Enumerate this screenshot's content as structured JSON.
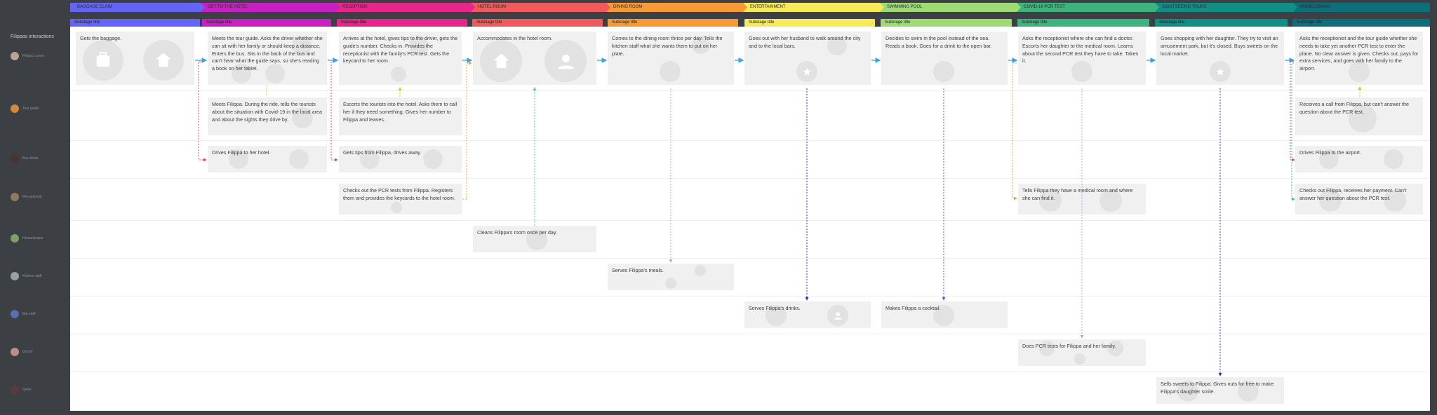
{
  "sidebar": {
    "title": "Filippas interactions",
    "actors": [
      {
        "name": "Filippa Larsen",
        "color": "#b7a39a"
      },
      {
        "name": "Tour guide",
        "color": "#d38a3a"
      },
      {
        "name": "Bus driver",
        "color": "#4a3430"
      },
      {
        "name": "Receptionist",
        "color": "#8f7a60"
      },
      {
        "name": "Housekeeper",
        "color": "#7c9e6a"
      },
      {
        "name": "Kitchen staff",
        "color": "#9aa0a6"
      },
      {
        "name": "Bar staff",
        "color": "#5a6fb0"
      },
      {
        "name": "Doctor",
        "color": "#b98f86"
      },
      {
        "name": "Seller",
        "color": "#5a3d3a"
      }
    ]
  },
  "stages": [
    {
      "title": "Baggage claim",
      "color": "#6464f6",
      "substage": "Substage title"
    },
    {
      "title": "Get to the hotel",
      "color": "#c81fc2",
      "substage": "Substage title"
    },
    {
      "title": "Reception",
      "color": "#e8258a",
      "substage": "Substage title"
    },
    {
      "title": "Hotel room",
      "color": "#f05a5c",
      "substage": "Substage title"
    },
    {
      "title": "Dining room",
      "color": "#f79a36",
      "substage": "Substage title"
    },
    {
      "title": "Entertainment",
      "color": "#f6ea5a",
      "substage": "Substage title"
    },
    {
      "title": "Swimming pool",
      "color": "#9edb72",
      "substage": "Substage title"
    },
    {
      "title": "COVID-19 PCR test",
      "color": "#3db37e",
      "substage": "Substage title"
    },
    {
      "title": "Sightseeing tours",
      "color": "#0f8f86",
      "substage": "Substage title"
    },
    {
      "title": "Homecoming",
      "color": "#0d6f7c",
      "substage": "Substage title"
    }
  ],
  "cards": [
    {
      "id": "baggage-claim-filippa",
      "text": "Gets the baggage."
    },
    {
      "id": "get-to-hotel-filippa",
      "text": "Meets the tour guide. Asks the driver whether she can sit with her family or should keep a distance. Enters the bus. Sits in the back of the bus and can't hear what the guide says, so she's reading a book on her tablet."
    },
    {
      "id": "get-to-hotel-guide",
      "text": "Meets Filippa. During the ride, tells the tourists about the situation with Covid-19 in the local area and about the sights they drive by."
    },
    {
      "id": "get-to-hotel-driver",
      "text": "Drives Filippa to her hotel."
    },
    {
      "id": "reception-filippa",
      "text": "Arrives at the hotel, gives tips to the driver, gets the guide's number.  Checks in. Provides the receptionist with the family's PCR test. Gets the keycard to her room."
    },
    {
      "id": "reception-guide",
      "text": "Escorts the tourists into the hotel. Asks them to call her if they need something. Gives her number to Filippa and leaves."
    },
    {
      "id": "reception-driver",
      "text": "Gets tips from Filippa, drives away."
    },
    {
      "id": "reception-receptionist",
      "text": "Checks out the PCR tests from Filippa. Registers them and provides the keycards to the hotel room."
    },
    {
      "id": "hotel-room-filippa",
      "text": "Accommodates in the hotel room."
    },
    {
      "id": "hotel-room-housekeeper",
      "text": "Cleans Filippa's room once per day."
    },
    {
      "id": "dining-room-filippa",
      "text": "Comes to the dining room thrice per day. Tells the kitchen staff what she wants them to put on her plate."
    },
    {
      "id": "dining-room-kitchen",
      "text": "Serves Filippa's meals."
    },
    {
      "id": "entertainment-filippa",
      "text": "Goes out with her husband to walk around the city and to the local bars."
    },
    {
      "id": "entertainment-bar",
      "text": "Serves Filippa's drinks."
    },
    {
      "id": "pool-filippa",
      "text": "Decides to swim in the pool instead of the sea. Reads a book. Goes for a drink to the open bar."
    },
    {
      "id": "pool-bar",
      "text": "Makes Filippa a cocktail."
    },
    {
      "id": "pcr-filippa",
      "text": "Asks the receptionist where she can find a doctor. Escorts her daughter to the medical room. Learns about the second PCR test they have to take. Takes it."
    },
    {
      "id": "pcr-receptionist",
      "text": "Tells Filippa they have a medical room and where she can find it."
    },
    {
      "id": "pcr-doctor",
      "text": "Does PCR tests for Filippa and her family."
    },
    {
      "id": "tours-filippa",
      "text": "Goes shopping with her daughter. They try to visit an amusement park, but it's closed. Buys sweets on the local market."
    },
    {
      "id": "tours-seller",
      "text": "Sells sweets to Filippa. Gives nuts for free to make Filippa's daughter smile."
    },
    {
      "id": "home-filippa",
      "text": "Asks the receptionist and the tour guide whether she needs to take yet another PCR test to enter the plane. No clear answer is given. Checks out, pays for extra services, and goes with her family to the airport."
    },
    {
      "id": "home-guide",
      "text": "Receives a call from Filippa, but can't answer the question about the PCR test."
    },
    {
      "id": "home-driver",
      "text": "Drives Filippa to the airport."
    },
    {
      "id": "home-receptionist",
      "text": "Checks out Filippa, receives her payment. Can't answer her question about the PCR test."
    }
  ],
  "colors": {
    "flow_arrow": "#3aa0e8",
    "canvas": "#ffffff",
    "card": "#f0f0f0",
    "sidebar": "#3c3f44"
  },
  "icons": [
    "suitcase-icon",
    "home-icon",
    "user-icon",
    "bus-icon",
    "luggage-icon",
    "lock-icon",
    "bed-icon",
    "key-icon",
    "spray-icon",
    "pencil-icon",
    "chef-icon",
    "star-icon",
    "building-icon",
    "hospital-icon",
    "plane-icon"
  ]
}
